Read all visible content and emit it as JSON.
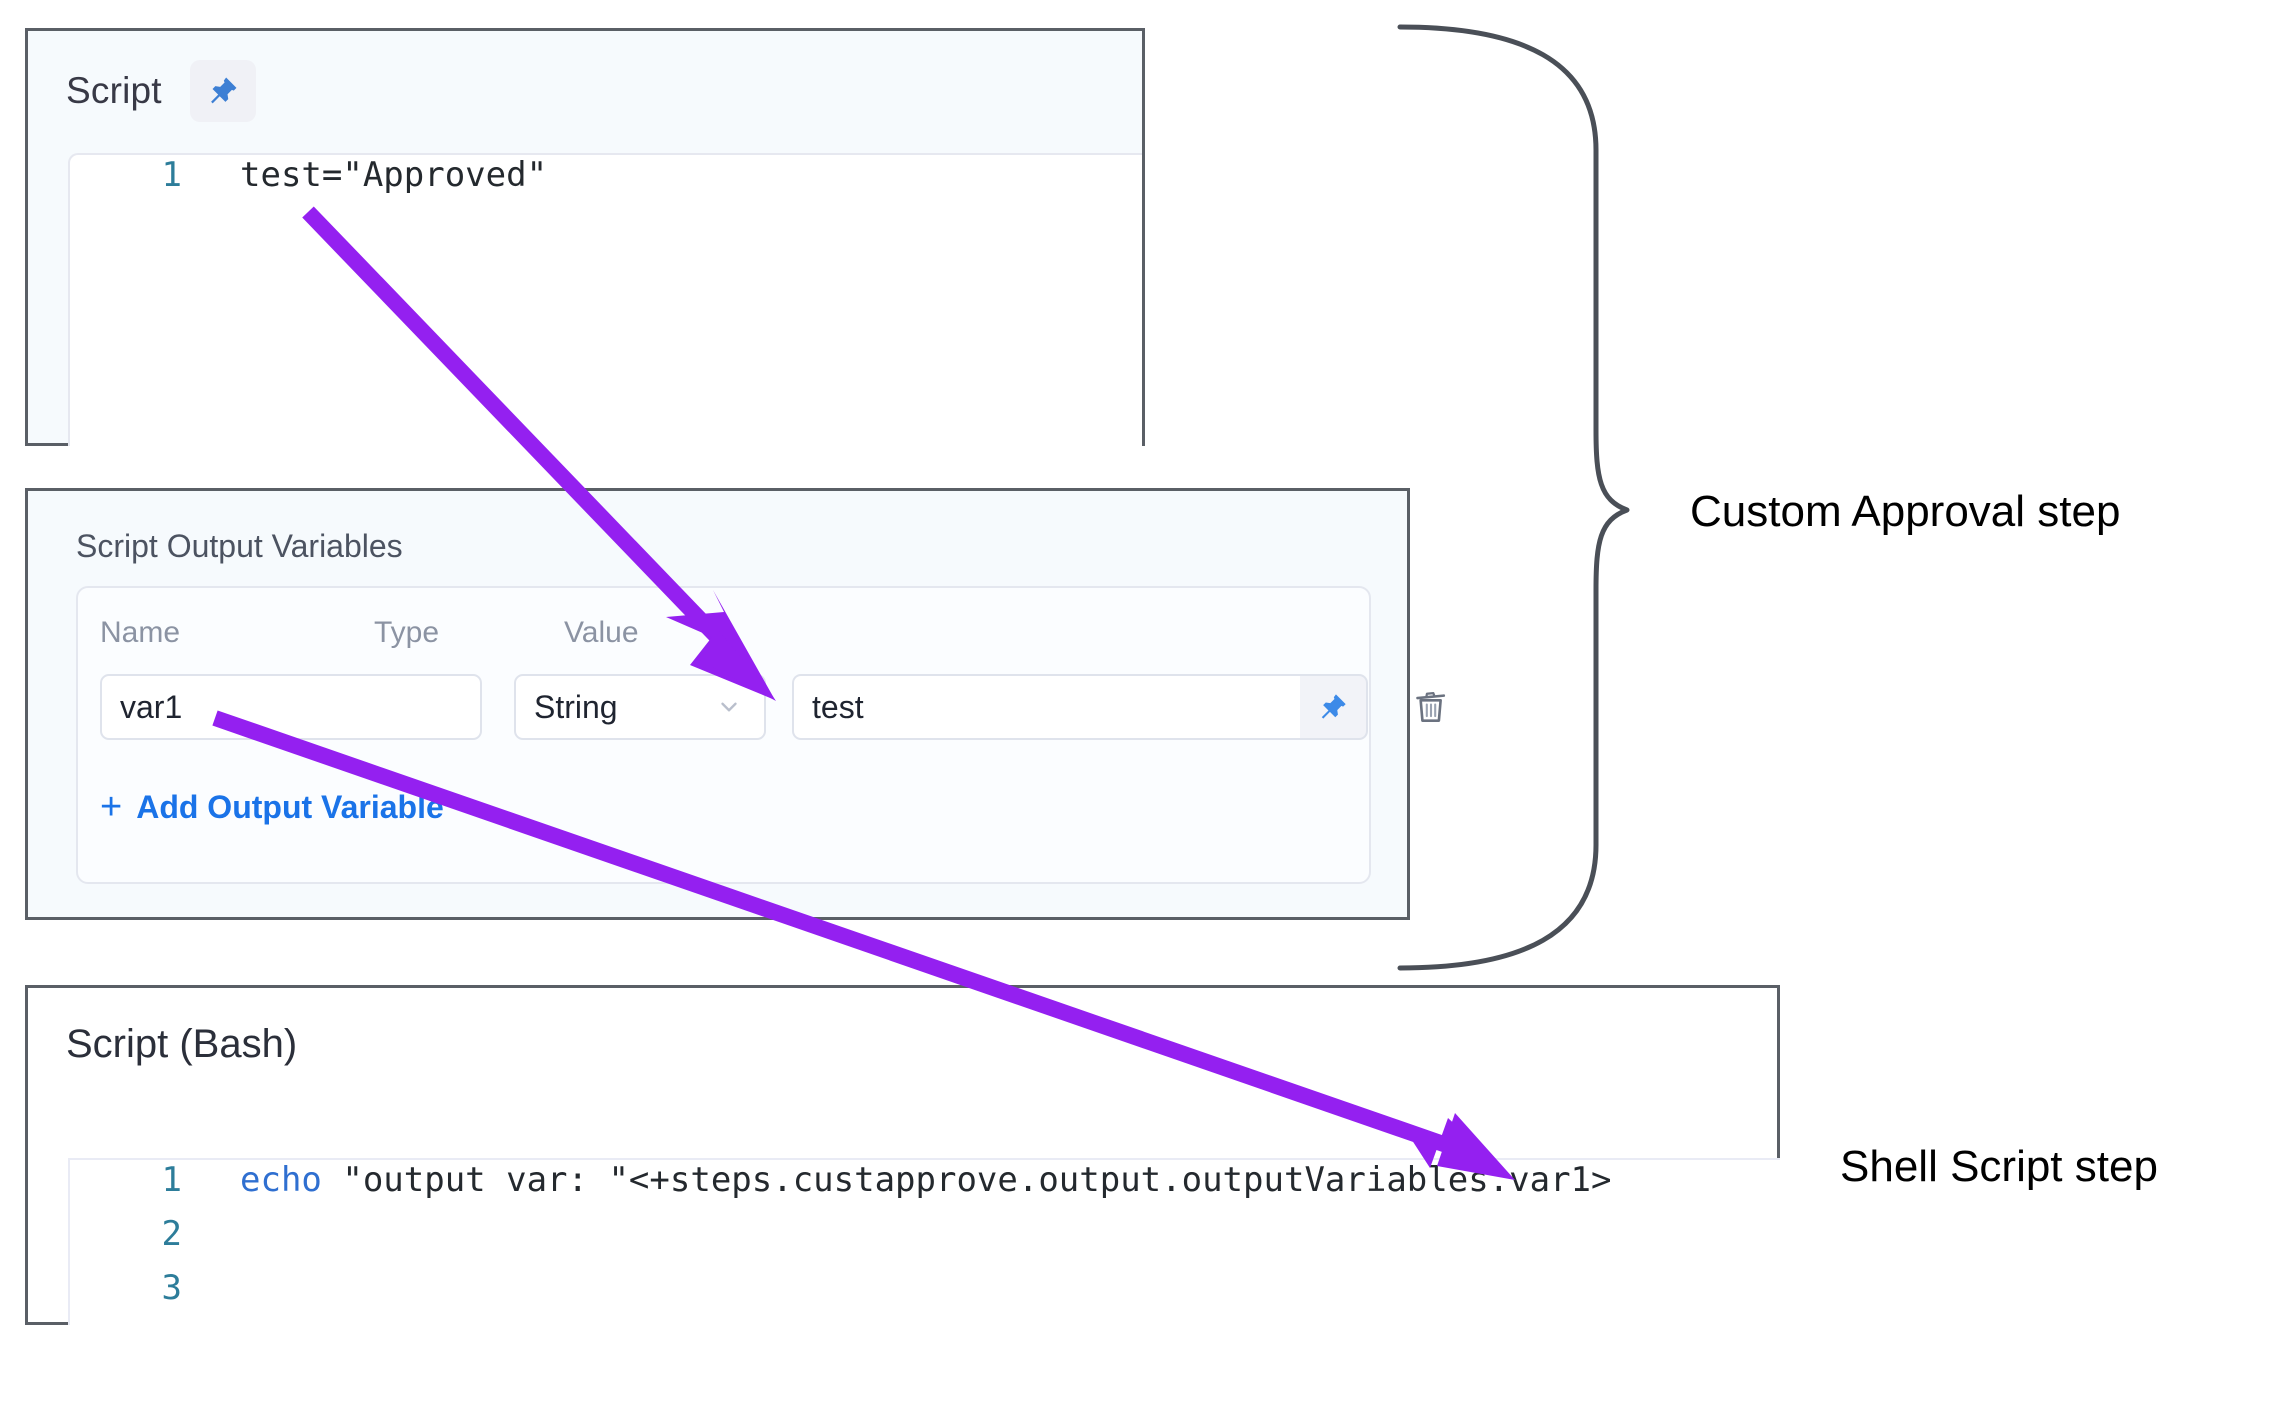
{
  "theme": {
    "accent_blue": "#1a73e8",
    "pin_blue": "#3d7fd4",
    "arrow_purple": "#9420f0",
    "panel_border": "#5a5f66",
    "panel_bg": "#f6fafd",
    "line_number": "#2d7d9a"
  },
  "script_panel": {
    "title": "Script",
    "pin_icon": "pushpin-icon",
    "code": {
      "lines": [
        {
          "number": "1",
          "text": "test=\"Approved\""
        }
      ]
    }
  },
  "output_variables_panel": {
    "title": "Script Output Variables",
    "columns": {
      "name": "Name",
      "type": "Type",
      "value": "Value"
    },
    "rows": [
      {
        "name": "var1",
        "type": "String",
        "value": "test",
        "pin_icon": "pushpin-icon",
        "delete_icon": "trash-icon",
        "chevron_icon": "chevron-down-icon"
      }
    ],
    "add_button": {
      "plus": "+",
      "label": "Add Output Variable"
    }
  },
  "bash_panel": {
    "title": "Script (Bash)",
    "code": {
      "lines": [
        {
          "number": "1",
          "keyword": "echo",
          "text": " \"output var: \"<+steps.custapprove.output.outputVariables.var1>"
        },
        {
          "number": "2",
          "keyword": "",
          "text": ""
        },
        {
          "number": "3",
          "keyword": "",
          "text": ""
        }
      ]
    }
  },
  "annotations": {
    "brace_label": "Custom Approval step",
    "shell_label": "Shell Script step"
  }
}
